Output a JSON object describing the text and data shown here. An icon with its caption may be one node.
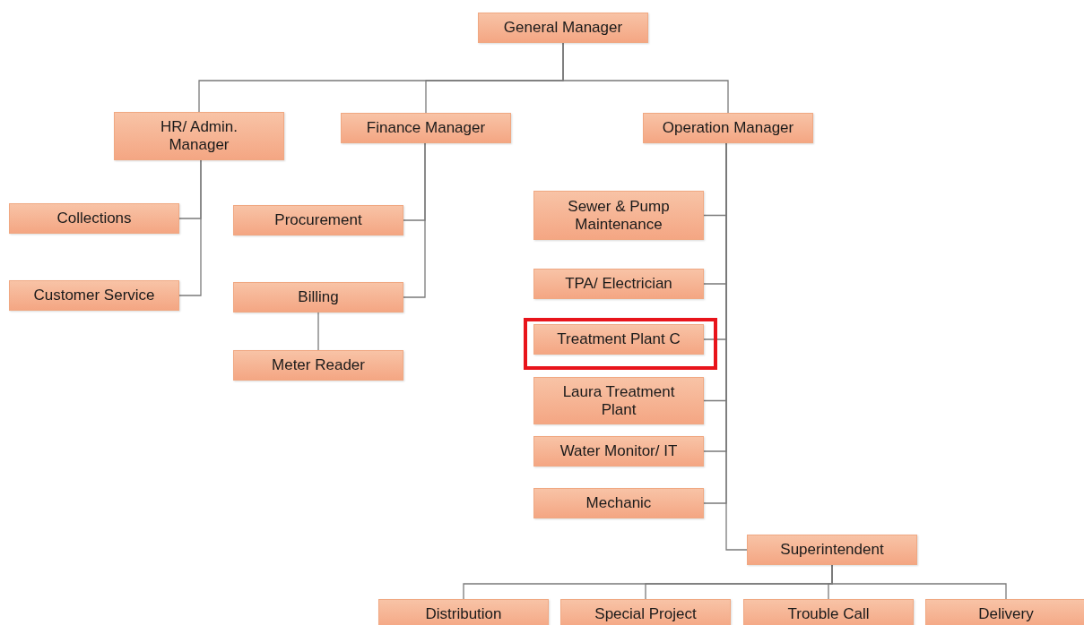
{
  "diagram": {
    "nodes": [
      {
        "text": [
          "General Manager"
        ]
      },
      {
        "text": [
          "HR/ Admin. Manager"
        ]
      },
      {
        "text": [
          "Finance Manager"
        ]
      },
      {
        "text": [
          "Operation Manager"
        ]
      },
      {
        "text": [
          "Collections"
        ]
      },
      {
        "text": [
          "Customer Service"
        ]
      },
      {
        "text": [
          "Procurement"
        ]
      },
      {
        "text": [
          "Billing"
        ]
      },
      {
        "text": [
          "Meter Reader"
        ]
      },
      {
        "text": [
          "Sewer & Pump Maintenance"
        ]
      },
      {
        "text": [
          "TPA/ Electrician"
        ]
      },
      {
        "text": [],
        "shape": "box"
      },
      {
        "text": [
          "Treatment Plant C"
        ],
        "in": 11
      },
      {
        "text": [
          "Laura Treatment Plant"
        ]
      },
      {
        "text": [
          "Water Monitor/ IT"
        ]
      },
      {
        "text": [
          "Mechanic"
        ]
      },
      {
        "text": [
          "Superintendent"
        ]
      },
      {
        "text": [
          "Distribution"
        ]
      },
      {
        "text": [
          "Special Project"
        ]
      },
      {
        "text": [
          "Trouble Call"
        ]
      },
      {
        "text": [
          "Delivery"
        ]
      }
    ],
    "edges": [
      {
        "from": 0,
        "to": 1,
        "arrow": "none"
      },
      {
        "from": 0,
        "to": 2,
        "arrow": "none"
      },
      {
        "from": 0,
        "to": 3,
        "arrow": "none"
      },
      {
        "from": 1,
        "to": 4,
        "arrow": "none"
      },
      {
        "from": 1,
        "to": 5,
        "arrow": "none"
      },
      {
        "from": 2,
        "to": 6,
        "arrow": "none"
      },
      {
        "from": 2,
        "to": 7,
        "arrow": "none"
      },
      {
        "from": 7,
        "to": 8,
        "arrow": "none"
      },
      {
        "from": 3,
        "to": 9,
        "arrow": "none"
      },
      {
        "from": 3,
        "to": 10,
        "arrow": "none"
      },
      {
        "from": 3,
        "to": 12,
        "arrow": "none"
      },
      {
        "from": 3,
        "to": 13,
        "arrow": "none"
      },
      {
        "from": 3,
        "to": 14,
        "arrow": "none"
      },
      {
        "from": 3,
        "to": 15,
        "arrow": "none"
      },
      {
        "from": 3,
        "to": 16,
        "arrow": "none"
      },
      {
        "from": 16,
        "to": 17,
        "arrow": "none"
      },
      {
        "from": 16,
        "to": 18,
        "arrow": "none"
      },
      {
        "from": 16,
        "to": 19,
        "arrow": "none"
      },
      {
        "from": 16,
        "to": 20,
        "arrow": "none"
      }
    ]
  }
}
